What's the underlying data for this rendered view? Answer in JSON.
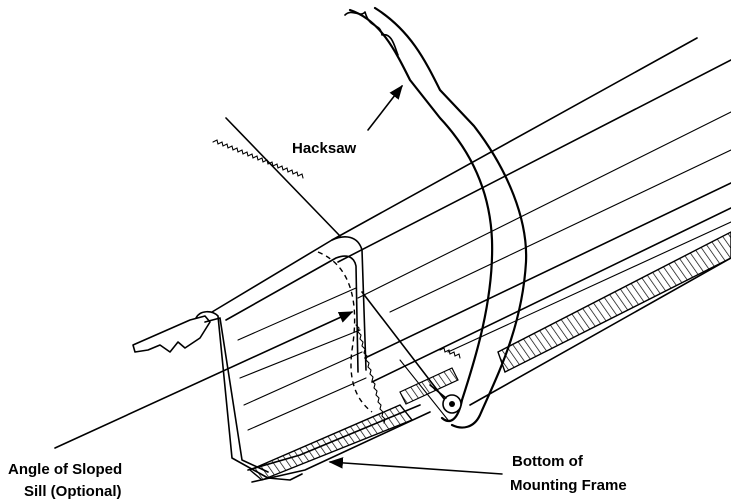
{
  "labels": {
    "hacksaw": "Hacksaw",
    "angle_line1": "Angle of Sloped",
    "angle_line2": "Sill (Optional)",
    "bottom_line1": "Bottom of",
    "bottom_line2": "Mounting Frame"
  },
  "colors": {
    "ink": "#000000",
    "paper": "#ffffff"
  }
}
